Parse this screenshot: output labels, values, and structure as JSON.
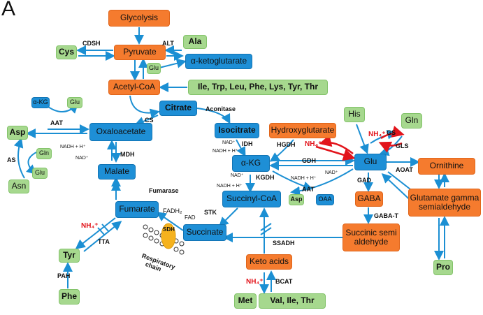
{
  "panel_letter": "A",
  "nodes": {
    "glycolysis": "Glycolysis",
    "pyruvate": "Pyruvate",
    "cys": "Cys",
    "ala": "Ala",
    "glu_small_top": "Glu",
    "akg_long": "α-ketoglutarate",
    "acetyl_coa": "Acetyl-CoA",
    "aa_list": "Ile, Trp, Leu, Phe, Lys, Tyr, Thr",
    "akg_small": "α-KG",
    "glu_small_left": "Glu",
    "citrate": "Citrate",
    "asp_left": "Asp",
    "oxaloacetate": "Oxaloacetate",
    "isocitrate": "Isocitrate",
    "hydroxyglutarate": "Hydroxyglutarate",
    "his": "His",
    "gln_right": "Gln",
    "gln_small": "Gln",
    "glu_small_bottom": "Glu",
    "asn": "Asn",
    "malate": "Malate",
    "akg_center": "α-KG",
    "glu_center": "Glu",
    "ornithine": "Ornithine",
    "asp_small": "Asp",
    "oaa_small": "OAA",
    "gaba": "GABA",
    "glutamate_semialdehyde_1": "Glutamate gamma",
    "glutamate_semialdehyde_2": "semialdehyde",
    "fumarate": "Fumarate",
    "succinyl_coa": "Succinyl-CoA",
    "succinate": "Succinate",
    "succinic_semi_1": "Succinic semi",
    "succinic_semi_2": "aldehyde",
    "tyr": "Tyr",
    "keto_acids": "Keto acids",
    "pro": "Pro",
    "phe": "Phe",
    "met": "Met",
    "val_ile_thr": "Val, Ile, Thr"
  },
  "labels": {
    "cdsh": "CDSH",
    "alt": "ALT",
    "aat_left": "AAT",
    "cs": "CS",
    "aconitase": "Aconitase",
    "as": "AS",
    "nadh_h_mdh": "NADH + H⁺",
    "nad_mdh": "NAD⁺",
    "mdh": "MDH",
    "nad_idh": "NAD⁺",
    "nadh_h_idh": "NADH + H⁺",
    "idh": "IDH",
    "hgdh": "HGDH",
    "nh4_hgdh": "NH₄⁺",
    "gs": "GS",
    "gls": "GLS",
    "nh4_gs": "NH₄⁺",
    "gdh": "GDH",
    "nad_gdh": "NAD⁺",
    "nadh_h_gdh": "NADH + H⁺",
    "aoat": "AOAT",
    "nad_kgdh": "NAD⁺",
    "nadh_h_kgdh": "NADH + H⁺",
    "kgdh": "KGDH",
    "aat_center": "AAT",
    "gad": "GAD",
    "fumarase": "Fumarase",
    "gaba_t": "GABA-T",
    "fadh2": "FADH₂",
    "fad": "FAD",
    "sdh": "SDH",
    "nh4_tta": "NH₄⁺",
    "tta": "TTA",
    "stk": "STK",
    "resp_1": "Respiratory",
    "resp_2": "chain",
    "ssadh": "SSADH",
    "pah": "PAH",
    "nh4_bcat": "NH₄⁺",
    "bcat": "BCAT"
  },
  "colors": {
    "orange": "#f57b2e",
    "blue": "#1e8fd6",
    "green": "#a6d88e",
    "arrow": "#1b8fd3",
    "red_arrow": "#e2141b",
    "sdh": "#f5b21e"
  }
}
